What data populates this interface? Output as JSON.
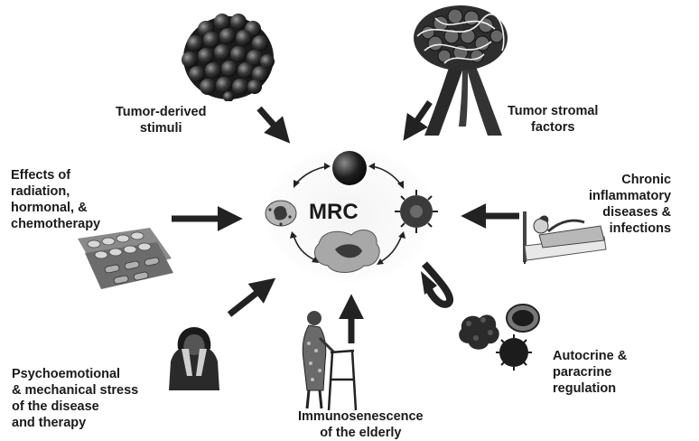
{
  "center": {
    "label": "MRC"
  },
  "factors": [
    {
      "id": "tumor-derived",
      "label": "Tumor-derived\nstimuli"
    },
    {
      "id": "tumor-stromal",
      "label": "Tumor stromal\nfactors"
    },
    {
      "id": "therapy-effects",
      "label": "Effects of\nradiation,\nhormonal, &\nchemotherapy"
    },
    {
      "id": "chronic-inflammatory",
      "label": "Chronic\ninflammatory\ndiseases &\ninfections"
    },
    {
      "id": "psychoemotional",
      "label": "Psychoemotional\n& mechanical stress\nof the disease\nand therapy"
    },
    {
      "id": "immunosenescence",
      "label": "Immunosenescence\nof the elderly"
    },
    {
      "id": "autocrine",
      "label": "Autocrine &\nparacrine\nregulation"
    }
  ],
  "colors": {
    "ink": "#1a1a1a",
    "arrow": "#222222",
    "background": "#ffffff"
  }
}
